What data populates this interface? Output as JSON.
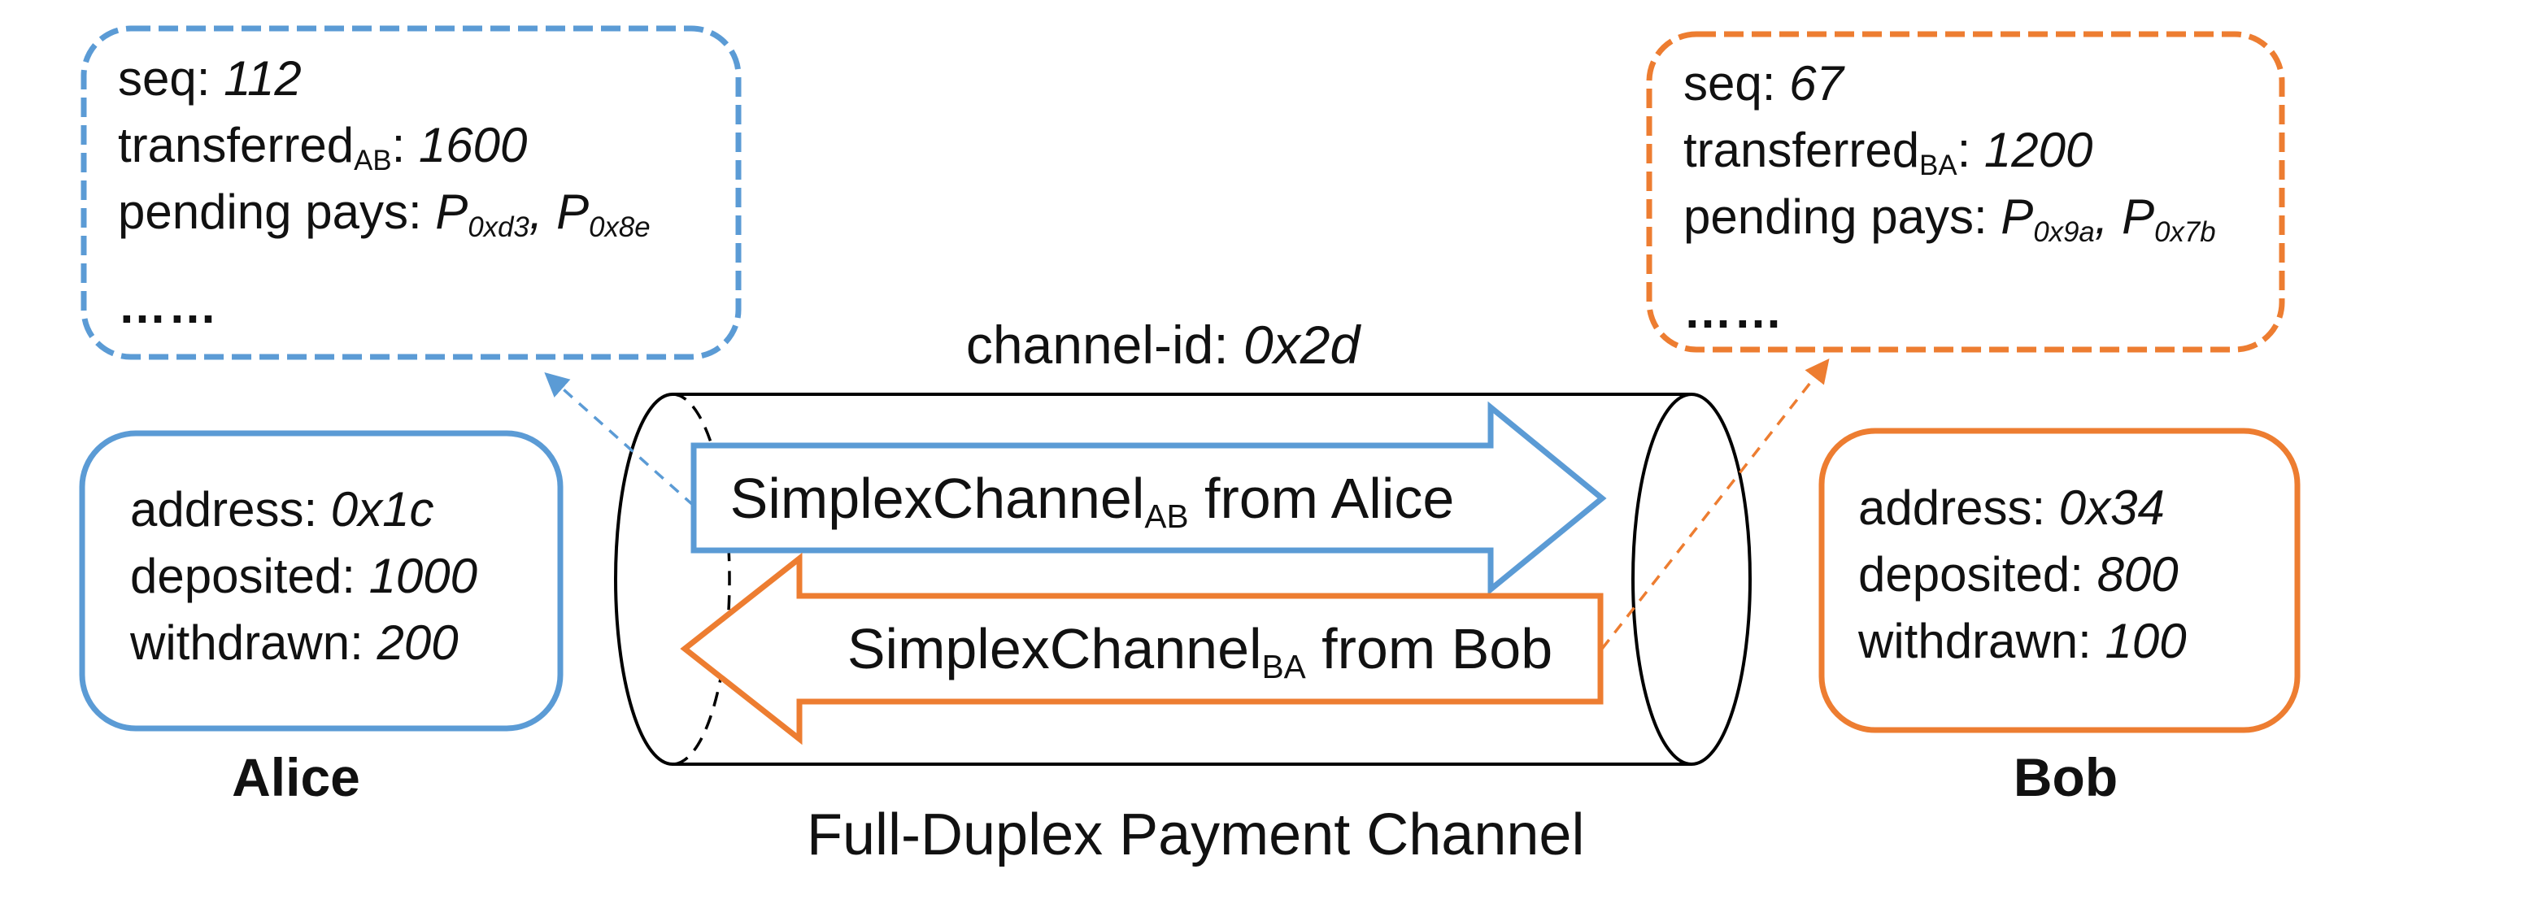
{
  "colors": {
    "blue_accent": "#5B9BD5",
    "orange_accent": "#ED7D31",
    "outline_black": "#000000",
    "text": "#111111",
    "background": "#FFFFFF"
  },
  "state_ab": {
    "seq_label": "seq: ",
    "seq_value": "112",
    "transferred_label": "transferred",
    "transferred_sub": "AB",
    "transferred_colon": ": ",
    "transferred_value": "1600",
    "pending_label": "pending pays: ",
    "p1_base": "P",
    "p1_sub": "0xd3",
    "comma": ", ",
    "p2_base": "P",
    "p2_sub": "0x8e",
    "ellipsis": "……"
  },
  "state_ba": {
    "seq_label": "seq: ",
    "seq_value": "67",
    "transferred_label": "transferred",
    "transferred_sub": "BA",
    "transferred_colon": ": ",
    "transferred_value": "1200",
    "pending_label": "pending pays: ",
    "p1_base": "P",
    "p1_sub": "0x9a",
    "comma": ", ",
    "p2_base": "P",
    "p2_sub": "0x7b",
    "ellipsis": "……"
  },
  "alice_account": {
    "address_label": "address: ",
    "address_value": "0x1c",
    "deposited_label": "deposited: ",
    "deposited_value": "1000",
    "withdrawn_label": "withdrawn: ",
    "withdrawn_value": "200",
    "name": "Alice"
  },
  "bob_account": {
    "address_label": "address: ",
    "address_value": "0x34",
    "deposited_label": "deposited: ",
    "deposited_value": "800",
    "withdrawn_label": "withdrawn: ",
    "withdrawn_value": "100",
    "name": "Bob"
  },
  "channel": {
    "id_label": "channel-id: ",
    "id_value": "0x2d",
    "caption": "Full-Duplex Payment Channel",
    "ab_base": "SimplexChannel",
    "ab_sub": "AB",
    "ab_rest": " from Alice",
    "ba_base": "SimplexChannel",
    "ba_sub": "BA",
    "ba_rest": " from Bob"
  }
}
